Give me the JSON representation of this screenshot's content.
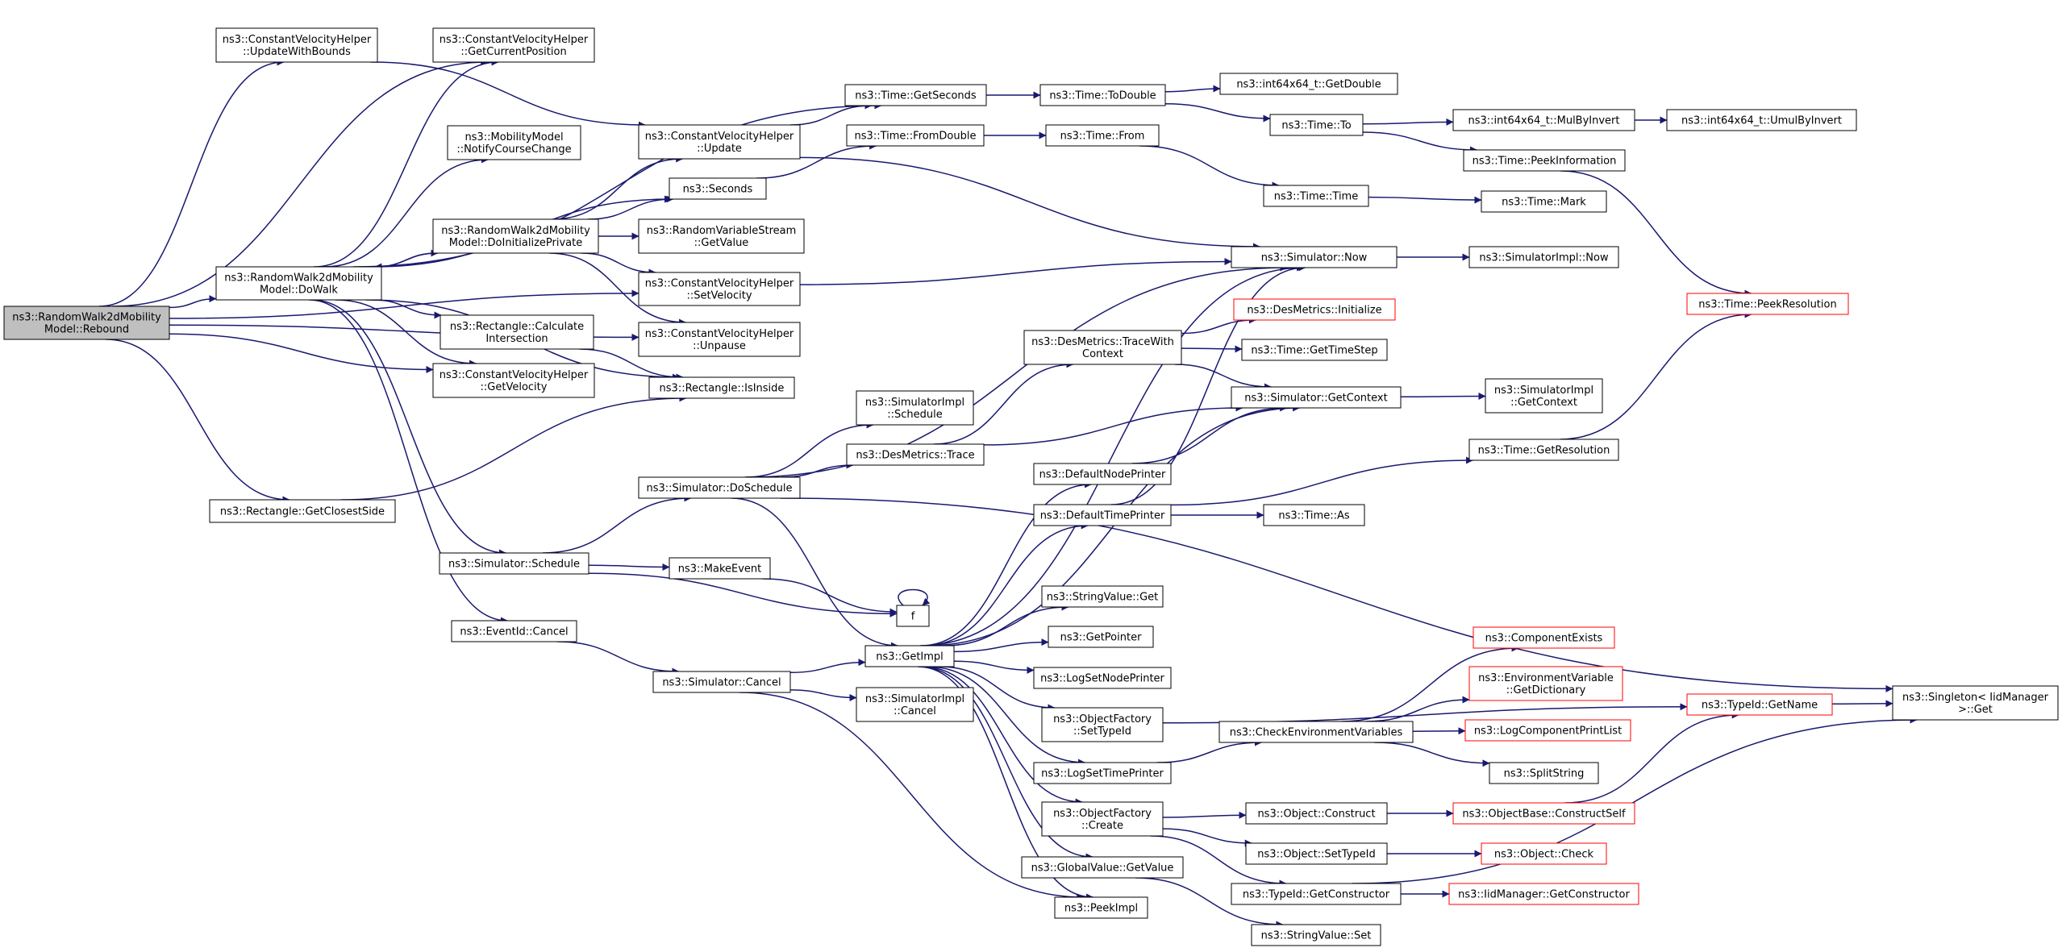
{
  "colors": {
    "edge": "#191970",
    "node_border": "#000000",
    "node_border_truncated": "#ff0000",
    "root_fill": "#bfbfbf",
    "node_fill": "#ffffff",
    "background": "#ffffff"
  },
  "nodes": {
    "rebound": {
      "lines": [
        "ns3::RandomWalk2dMobility",
        "Model::Rebound"
      ],
      "root": true
    },
    "updatewithbounds": {
      "lines": [
        "ns3::ConstantVelocityHelper",
        "::UpdateWithBounds"
      ]
    },
    "getcurrentposition": {
      "lines": [
        "ns3::ConstantVelocityHelper",
        "::GetCurrentPosition"
      ]
    },
    "notifycoursechange": {
      "lines": [
        "ns3::MobilityModel",
        "::NotifyCourseChange"
      ]
    },
    "dowalk": {
      "lines": [
        "ns3::RandomWalk2dMobility",
        "Model::DoWalk"
      ]
    },
    "doinitializeprivate": {
      "lines": [
        "ns3::RandomWalk2dMobility",
        "Model::DoInitializePrivate"
      ]
    },
    "calculateintersection": {
      "lines": [
        "ns3::Rectangle::Calculate",
        "Intersection"
      ]
    },
    "getvelocity": {
      "lines": [
        "ns3::ConstantVelocityHelper",
        "::GetVelocity"
      ]
    },
    "getclosestside": {
      "lines": [
        "ns3::Rectangle::GetClosestSide"
      ]
    },
    "sim_schedule": {
      "lines": [
        "ns3::Simulator::Schedule"
      ]
    },
    "eventid_cancel": {
      "lines": [
        "ns3::EventId::Cancel"
      ]
    },
    "cvh_update": {
      "lines": [
        "ns3::ConstantVelocityHelper",
        "::Update"
      ]
    },
    "seconds": {
      "lines": [
        "ns3::Seconds"
      ]
    },
    "rvs_getvalue": {
      "lines": [
        "ns3::RandomVariableStream",
        "::GetValue"
      ]
    },
    "setvelocity": {
      "lines": [
        "ns3::ConstantVelocityHelper",
        "::SetVelocity"
      ]
    },
    "unpause": {
      "lines": [
        "ns3::ConstantVelocityHelper",
        "::Unpause"
      ]
    },
    "isinside": {
      "lines": [
        "ns3::Rectangle::IsInside"
      ]
    },
    "doschedule": {
      "lines": [
        "ns3::Simulator::DoSchedule"
      ]
    },
    "makeevent": {
      "lines": [
        "ns3::MakeEvent"
      ]
    },
    "sim_cancel": {
      "lines": [
        "ns3::Simulator::Cancel"
      ]
    },
    "time_getseconds": {
      "lines": [
        "ns3::Time::GetSeconds"
      ]
    },
    "time_fromdouble": {
      "lines": [
        "ns3::Time::FromDouble"
      ]
    },
    "simimpl_schedule": {
      "lines": [
        "ns3::SimulatorImpl",
        "::Schedule"
      ]
    },
    "desmetrics_trace": {
      "lines": [
        "ns3::DesMetrics::Trace"
      ]
    },
    "f": {
      "lines": [
        "f"
      ]
    },
    "getimpl": {
      "lines": [
        "ns3::GetImpl"
      ]
    },
    "simimpl_cancel": {
      "lines": [
        "ns3::SimulatorImpl",
        "::Cancel"
      ]
    },
    "time_todouble": {
      "lines": [
        "ns3::Time::ToDouble"
      ]
    },
    "time_from": {
      "lines": [
        "ns3::Time::From"
      ]
    },
    "tracewithcontext": {
      "lines": [
        "ns3::DesMetrics::TraceWith",
        "Context"
      ]
    },
    "defaultnodeprinter": {
      "lines": [
        "ns3::DefaultNodePrinter"
      ]
    },
    "defaulttimeprinter": {
      "lines": [
        "ns3::DefaultTimePrinter"
      ]
    },
    "stringvalue_get": {
      "lines": [
        "ns3::StringValue::Get"
      ]
    },
    "getpointer": {
      "lines": [
        "ns3::GetPointer"
      ]
    },
    "logsetnodeprinter": {
      "lines": [
        "ns3::LogSetNodePrinter"
      ]
    },
    "of_settypeid": {
      "lines": [
        "ns3::ObjectFactory",
        "::SetTypeId"
      ]
    },
    "logsettimeprinter": {
      "lines": [
        "ns3::LogSetTimePrinter"
      ]
    },
    "of_create": {
      "lines": [
        "ns3::ObjectFactory",
        "::Create"
      ]
    },
    "globalvalue_getvalue": {
      "lines": [
        "ns3::GlobalValue::GetValue"
      ]
    },
    "peekimpl": {
      "lines": [
        "ns3::PeekImpl"
      ]
    },
    "int64_getdouble": {
      "lines": [
        "ns3::int64x64_t::GetDouble"
      ]
    },
    "time_to": {
      "lines": [
        "ns3::Time::To"
      ]
    },
    "time_time": {
      "lines": [
        "ns3::Time::Time"
      ]
    },
    "sim_now": {
      "lines": [
        "ns3::Simulator::Now"
      ]
    },
    "desmetrics_initialize": {
      "lines": [
        "ns3::DesMetrics::Initialize"
      ],
      "truncated": true
    },
    "time_gettimestep": {
      "lines": [
        "ns3::Time::GetTimeStep"
      ]
    },
    "sim_getcontext": {
      "lines": [
        "ns3::Simulator::GetContext"
      ]
    },
    "time_as": {
      "lines": [
        "ns3::Time::As"
      ]
    },
    "checkenv": {
      "lines": [
        "ns3::CheckEnvironmentVariables"
      ]
    },
    "object_construct": {
      "lines": [
        "ns3::Object::Construct"
      ]
    },
    "object_settypeid": {
      "lines": [
        "ns3::Object::SetTypeId"
      ]
    },
    "typeid_getconstructor": {
      "lines": [
        "ns3::TypeId::GetConstructor"
      ]
    },
    "stringvalue_set": {
      "lines": [
        "ns3::StringValue::Set"
      ]
    },
    "int64_mulbyinvert": {
      "lines": [
        "ns3::int64x64_t::MulByInvert"
      ]
    },
    "time_peekinformation": {
      "lines": [
        "ns3::Time::PeekInformation"
      ]
    },
    "time_mark": {
      "lines": [
        "ns3::Time::Mark"
      ]
    },
    "simimpl_now": {
      "lines": [
        "ns3::SimulatorImpl::Now"
      ]
    },
    "simimpl_getcontext": {
      "lines": [
        "ns3::SimulatorImpl",
        "::GetContext"
      ]
    },
    "time_getresolution": {
      "lines": [
        "ns3::Time::GetResolution"
      ]
    },
    "componentexists": {
      "lines": [
        "ns3::ComponentExists"
      ],
      "truncated": true
    },
    "envvar_getdictionary": {
      "lines": [
        "ns3::EnvironmentVariable",
        "::GetDictionary"
      ],
      "truncated": true
    },
    "logcomponentprintlist": {
      "lines": [
        "ns3::LogComponentPrintList"
      ],
      "truncated": true
    },
    "splitstring": {
      "lines": [
        "ns3::SplitString"
      ]
    },
    "objectbase_constructself": {
      "lines": [
        "ns3::ObjectBase::ConstructSelf"
      ],
      "truncated": true
    },
    "object_check": {
      "lines": [
        "ns3::Object::Check"
      ],
      "truncated": true
    },
    "iidmanager_getconstructor": {
      "lines": [
        "ns3::IidManager::GetConstructor"
      ],
      "truncated": true
    },
    "int64_umulbyinvert": {
      "lines": [
        "ns3::int64x64_t::UmulByInvert"
      ]
    },
    "time_peekresolution": {
      "lines": [
        "ns3::Time::PeekResolution"
      ],
      "truncated": true
    },
    "typeid_getname": {
      "lines": [
        "ns3::TypeId::GetName"
      ],
      "truncated": true
    },
    "singleton_get": {
      "lines": [
        "ns3::Singleton< IidManager",
        " >::Get"
      ]
    }
  },
  "edges": [
    [
      "rebound",
      "updatewithbounds"
    ],
    [
      "rebound",
      "getcurrentposition"
    ],
    [
      "rebound",
      "dowalk"
    ],
    [
      "rebound",
      "getvelocity"
    ],
    [
      "rebound",
      "getclosestside"
    ],
    [
      "rebound",
      "setvelocity"
    ],
    [
      "rebound",
      "unpause"
    ],
    [
      "updatewithbounds",
      "cvh_update"
    ],
    [
      "dowalk",
      "getcurrentposition"
    ],
    [
      "dowalk",
      "notifycoursechange"
    ],
    [
      "dowalk",
      "time_getseconds"
    ],
    [
      "dowalk",
      "seconds"
    ],
    [
      "dowalk",
      "doinitializeprivate"
    ],
    [
      "dowalk",
      "calculateintersection"
    ],
    [
      "dowalk",
      "getvelocity"
    ],
    [
      "dowalk",
      "isinside"
    ],
    [
      "dowalk",
      "sim_schedule"
    ],
    [
      "dowalk",
      "eventid_cancel"
    ],
    [
      "doinitializeprivate",
      "dowalk"
    ],
    [
      "doinitializeprivate",
      "cvh_update"
    ],
    [
      "doinitializeprivate",
      "seconds"
    ],
    [
      "doinitializeprivate",
      "rvs_getvalue"
    ],
    [
      "doinitializeprivate",
      "setvelocity"
    ],
    [
      "doinitializeprivate",
      "unpause"
    ],
    [
      "calculateintersection",
      "isinside"
    ],
    [
      "getclosestside",
      "isinside"
    ],
    [
      "cvh_update",
      "time_getseconds"
    ],
    [
      "cvh_update",
      "sim_now"
    ],
    [
      "seconds",
      "time_fromdouble"
    ],
    [
      "setvelocity",
      "sim_now"
    ],
    [
      "sim_schedule",
      "doschedule"
    ],
    [
      "sim_schedule",
      "makeevent"
    ],
    [
      "sim_schedule",
      "f"
    ],
    [
      "eventid_cancel",
      "sim_cancel"
    ],
    [
      "doschedule",
      "sim_now"
    ],
    [
      "doschedule",
      "simimpl_schedule"
    ],
    [
      "doschedule",
      "desmetrics_trace"
    ],
    [
      "doschedule",
      "getimpl"
    ],
    [
      "doschedule",
      "singleton_get"
    ],
    [
      "makeevent",
      "f"
    ],
    [
      "f",
      "f"
    ],
    [
      "sim_cancel",
      "getimpl"
    ],
    [
      "sim_cancel",
      "simimpl_cancel"
    ],
    [
      "sim_cancel",
      "peekimpl"
    ],
    [
      "desmetrics_trace",
      "tracewithcontext"
    ],
    [
      "desmetrics_trace",
      "sim_getcontext"
    ],
    [
      "getimpl",
      "sim_now"
    ],
    [
      "getimpl",
      "sim_getcontext"
    ],
    [
      "getimpl",
      "defaultnodeprinter"
    ],
    [
      "getimpl",
      "defaulttimeprinter"
    ],
    [
      "getimpl",
      "stringvalue_get"
    ],
    [
      "getimpl",
      "getpointer"
    ],
    [
      "getimpl",
      "logsetnodeprinter"
    ],
    [
      "getimpl",
      "of_settypeid"
    ],
    [
      "getimpl",
      "logsettimeprinter"
    ],
    [
      "getimpl",
      "of_create"
    ],
    [
      "getimpl",
      "globalvalue_getvalue"
    ],
    [
      "getimpl",
      "peekimpl"
    ],
    [
      "time_getseconds",
      "time_todouble"
    ],
    [
      "time_fromdouble",
      "time_from"
    ],
    [
      "time_todouble",
      "int64_getdouble"
    ],
    [
      "time_todouble",
      "time_to"
    ],
    [
      "time_from",
      "time_time"
    ],
    [
      "time_to",
      "int64_mulbyinvert"
    ],
    [
      "time_to",
      "time_peekinformation"
    ],
    [
      "int64_mulbyinvert",
      "int64_umulbyinvert"
    ],
    [
      "time_time",
      "time_mark"
    ],
    [
      "time_peekinformation",
      "time_peekresolution"
    ],
    [
      "sim_now",
      "simimpl_now"
    ],
    [
      "tracewithcontext",
      "desmetrics_initialize"
    ],
    [
      "tracewithcontext",
      "time_gettimestep"
    ],
    [
      "tracewithcontext",
      "sim_getcontext"
    ],
    [
      "sim_getcontext",
      "simimpl_getcontext"
    ],
    [
      "defaultnodeprinter",
      "sim_getcontext"
    ],
    [
      "defaulttimeprinter",
      "sim_now"
    ],
    [
      "defaulttimeprinter",
      "time_getresolution"
    ],
    [
      "defaulttimeprinter",
      "time_as"
    ],
    [
      "time_getresolution",
      "time_peekresolution"
    ],
    [
      "of_settypeid",
      "typeid_getname"
    ],
    [
      "logsettimeprinter",
      "checkenv"
    ],
    [
      "checkenv",
      "componentexists"
    ],
    [
      "checkenv",
      "envvar_getdictionary"
    ],
    [
      "checkenv",
      "logcomponentprintlist"
    ],
    [
      "checkenv",
      "splitstring"
    ],
    [
      "of_create",
      "object_construct"
    ],
    [
      "of_create",
      "object_settypeid"
    ],
    [
      "of_create",
      "typeid_getconstructor"
    ],
    [
      "object_construct",
      "objectbase_constructself"
    ],
    [
      "object_settypeid",
      "object_check"
    ],
    [
      "typeid_getconstructor",
      "iidmanager_getconstructor"
    ],
    [
      "typeid_getconstructor",
      "singleton_get"
    ],
    [
      "objectbase_constructself",
      "typeid_getname"
    ],
    [
      "typeid_getname",
      "singleton_get"
    ],
    [
      "globalvalue_getvalue",
      "stringvalue_set"
    ]
  ]
}
